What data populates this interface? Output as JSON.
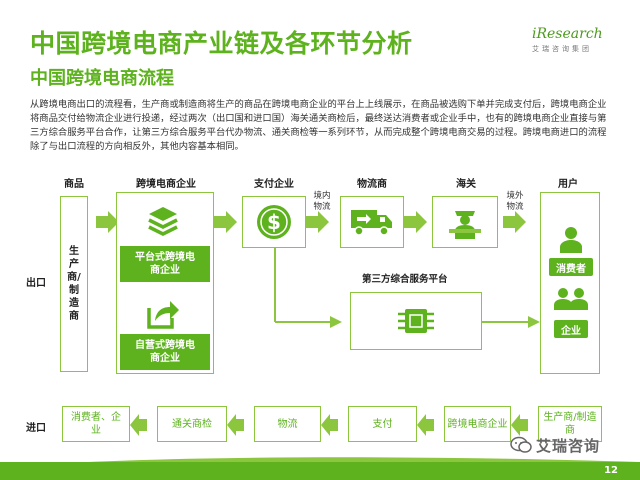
{
  "title": "中国跨境电商产业链及各环节分析",
  "subtitle": "中国跨境电商流程",
  "logo": {
    "brand": "iResearch",
    "sub": "艾瑞咨询集团"
  },
  "description": "从跨境电商出口的流程看，生产商或制造商将生产的商品在跨境电商企业的平台上上线展示，在商品被选购下单并完成支付后，跨境电商企业将商品交付给物流企业进行投递，经过两次（出口国和进口国）海关通关商检后，最终送达消费者或企业手中，也有的跨境电商企业直接与第三方综合服务平台合作，让第三方综合服务平台代办物流、通关商检等一系列环节，从而完成整个跨境电商交易的过程。跨境电商进口的流程除了与出口流程的方向相反外，其他内容基本相同。",
  "columns": {
    "goods": "商品",
    "ecommerce": "跨境电商企业",
    "payment": "支付企业",
    "logistics": "物流商",
    "customs": "海关",
    "user": "用户"
  },
  "rows": {
    "export": "出口",
    "import": "进口"
  },
  "producer": "生产商/制造商",
  "platform_type": "平台式跨境电商企业",
  "self_run_type": "自营式跨境电商企业",
  "domestic_logistics": "境内物流",
  "foreign_logistics": "境外物流",
  "third_party": "第三方综合服务平台",
  "consumer": "消费者",
  "enterprise": "企业",
  "import_flow": [
    "消费者、企业",
    "通关商检",
    "物流",
    "支付",
    "跨境电商企业",
    "生产商/制造商"
  ],
  "wechat": "艾瑞咨询",
  "page_number": "12",
  "icons": {
    "layers": "layers-icon",
    "share": "share-arrow-icon",
    "dollar": "dollar-coin-icon",
    "truck": "delivery-truck-icon",
    "officer": "customs-officer-icon",
    "person": "user-person-icon",
    "group": "enterprise-group-icon",
    "chip": "chip-icon"
  },
  "colors": {
    "accent": "#5db21e",
    "light": "#8cc63f"
  }
}
